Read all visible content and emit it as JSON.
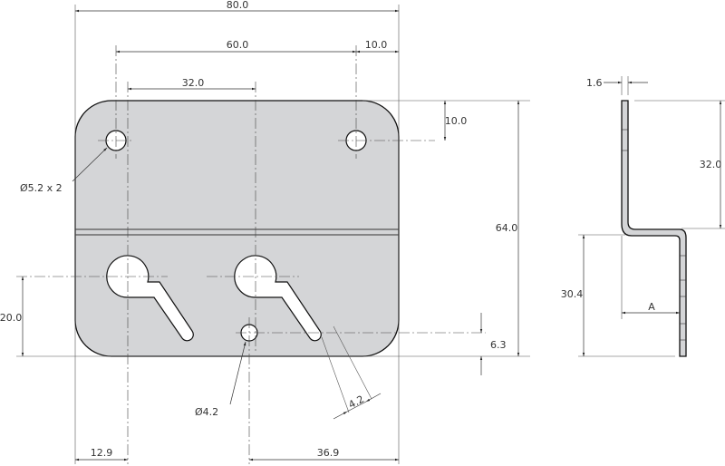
{
  "dimensions": {
    "overall_width": "80.0",
    "hole_spacing": "60.0",
    "hole_edge_offset_x": "10.0",
    "slot_spacing": "32.0",
    "hole_edge_offset_y": "10.0",
    "overall_height": "64.0",
    "slot_height": "20.0",
    "small_hole_height": "6.3",
    "slot_left_offset": "12.9",
    "small_hole_right_offset": "36.9",
    "slot_width": "4.2",
    "mount_hole_dia": "Ø5.2 x 2",
    "small_hole_dia": "Ø4.2",
    "thickness": "1.6",
    "upper_flange": "32.0",
    "lower_flange": "30.4",
    "offset": "A"
  },
  "colors": {
    "part_fill": "#d4d5d7",
    "line": "#111111"
  }
}
